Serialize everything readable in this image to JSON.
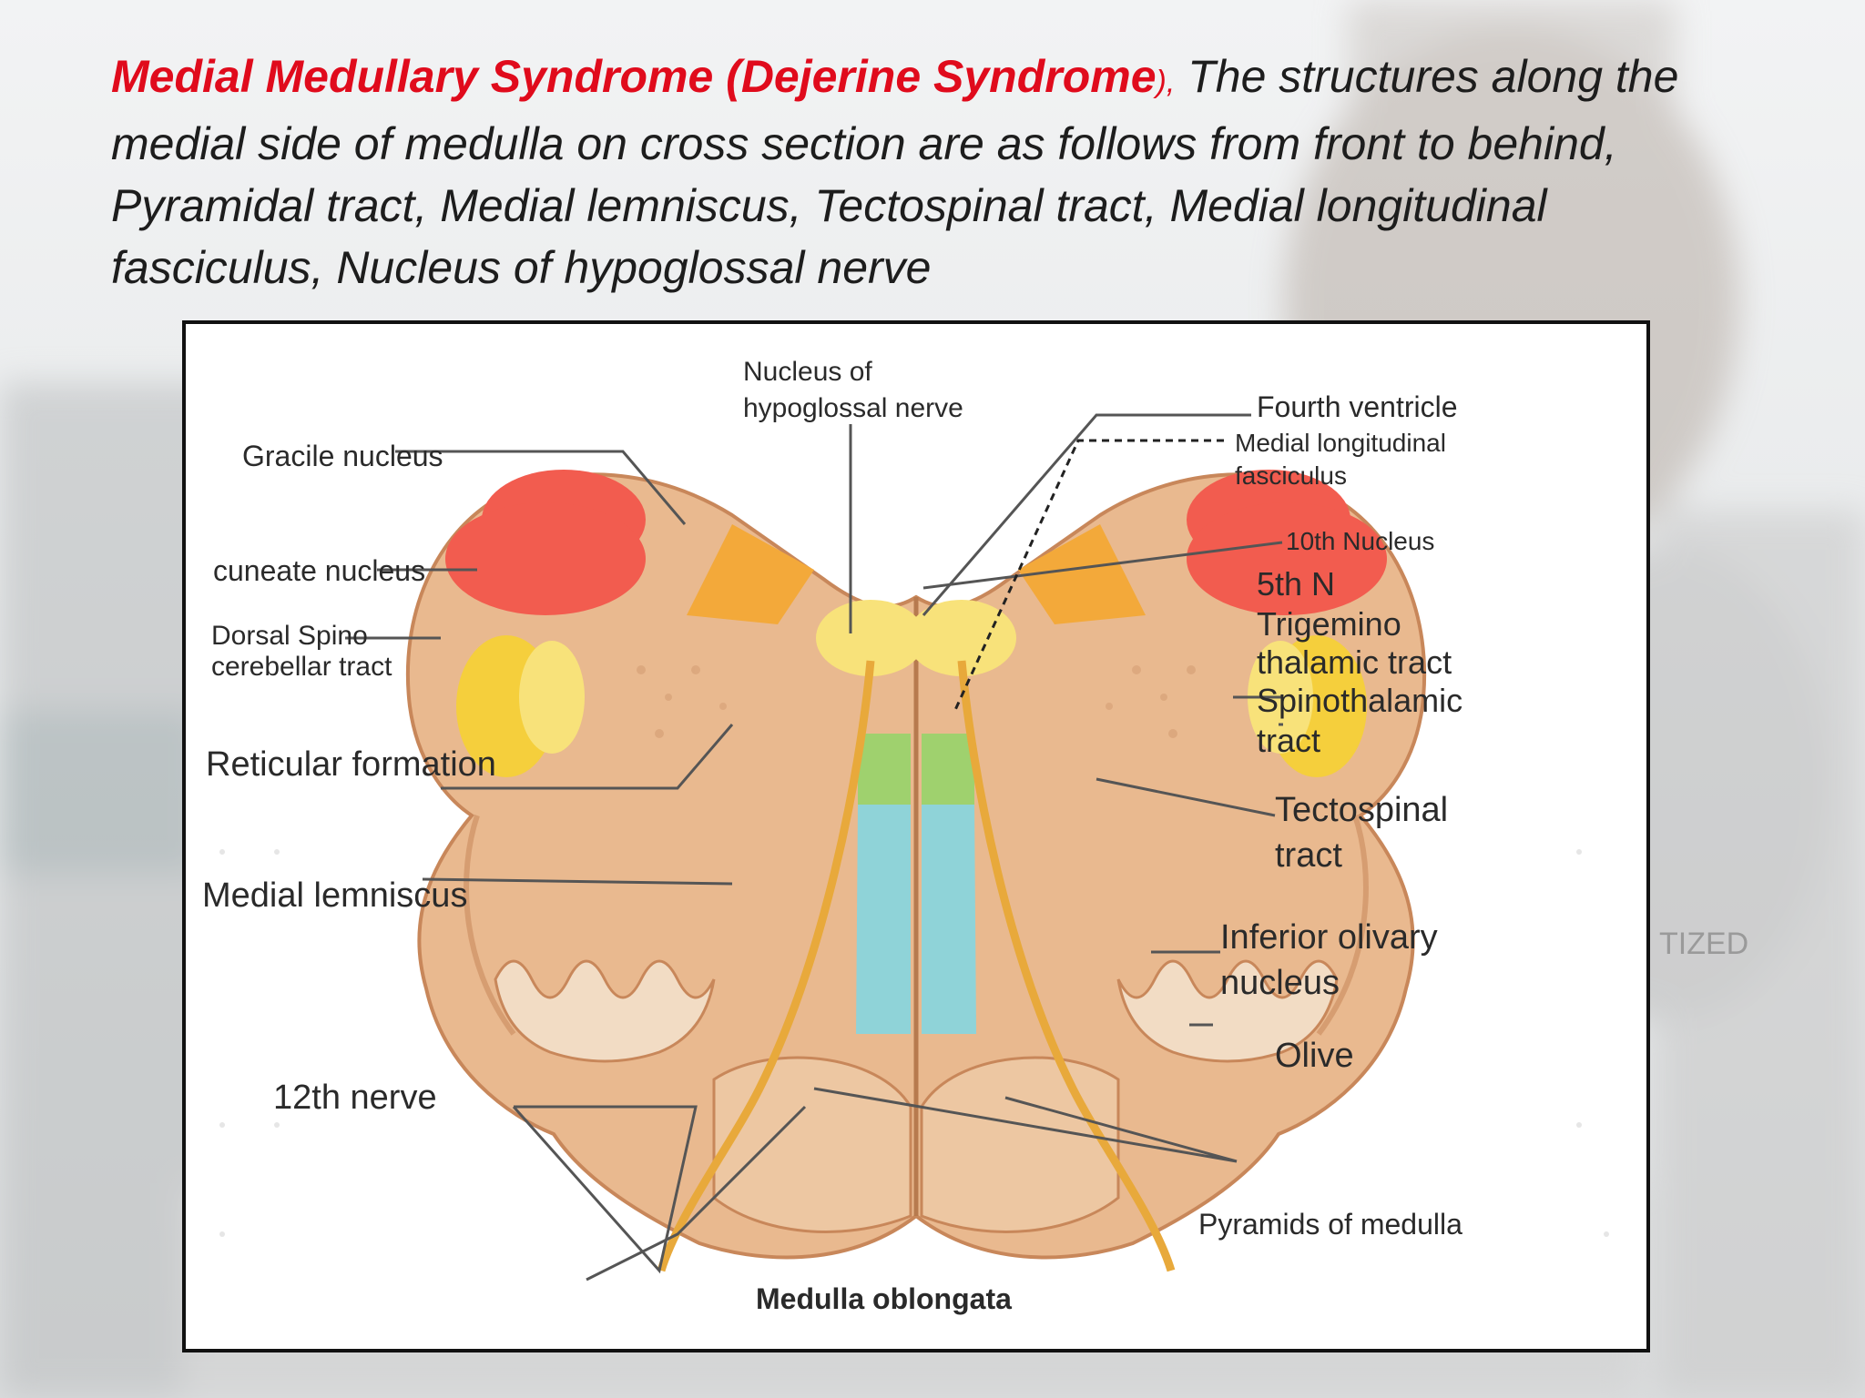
{
  "slide": {
    "title": "Medial Medullary Syndrome (Dejerine Syndrome",
    "title_paren": ")",
    "title_comma": ",",
    "body": " The structures along the medial side of medulla on cross section are as follows  from front to behind, Pyramidal tract, Medial lemniscus, Tectospinal tract, Medial longitudinal fasciculus, Nucleus of hypoglossal nerve"
  },
  "diagram": {
    "caption": "Medulla oblongata",
    "labels": {
      "nucleus_hypoglossal_1": "Nucleus of",
      "nucleus_hypoglossal_2": "hypoglossal nerve",
      "fourth_ventricle": "Fourth ventricle",
      "mlf_1": "Medial longitudinal",
      "mlf_2": "fasciculus",
      "tenth_nucleus": "10th Nucleus",
      "fifth_n": "5th N",
      "trigemino_1": "Trigemino",
      "trigemino_2": "thalamic tract",
      "spinothalamic_1": "Spinothalamic",
      "spinothalamic_2": "tract",
      "tectospinal_1": "Tectospinal",
      "tectospinal_2": "tract",
      "inferior_olivary_1": "Inferior olivary",
      "inferior_olivary_2": "nucleus",
      "olive": "Olive",
      "pyramids": "Pyramids of medulla",
      "gracile": "Gracile nucleus",
      "cuneate": "cuneate nucleus",
      "dorsal_spino_1": "Dorsal Spino",
      "dorsal_spino_2": "cerebellar tract",
      "reticular": "Reticular formation",
      "medial_lemniscus": "Medial lemniscus",
      "twelfth_nerve": "12th nerve"
    }
  },
  "watermark": "TIZED",
  "colors": {
    "title_red": "#e00b1c",
    "tissue": "#e9b98f",
    "gracile_red": "#f25c4f",
    "tenth_orange": "#f3a93a",
    "hypoglossal_yellow": "#f8e27a",
    "tract_yellow": "#f5cf3c",
    "tectospinal_green": "#9fd16e",
    "lemniscus_cyan": "#8fd3d8"
  }
}
